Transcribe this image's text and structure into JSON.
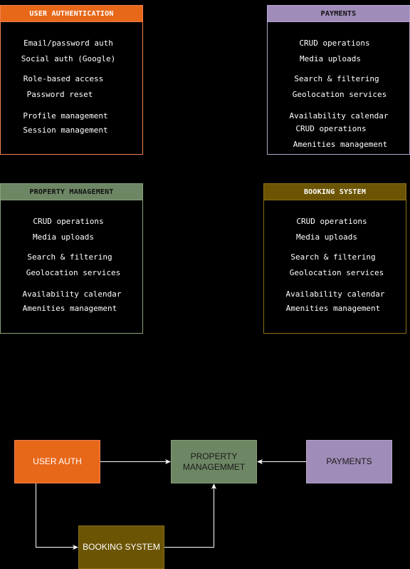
{
  "cards": {
    "user_auth": {
      "title": "USER AUTHENTICATION",
      "header_color": "#e8681a",
      "border_color": "#f08050",
      "items": [
        "Email/password auth",
        "Social auth (Google)",
        "Role-based access",
        "Password reset",
        "Profile management",
        "Session management"
      ]
    },
    "payments": {
      "title": "PAYMENTS",
      "header_color": "#a08cb8",
      "border_color": "#b4a4cc",
      "items": [
        "CRUD operations",
        "Media uploads",
        "Search & filtering",
        "Geolocation services",
        "Availability calendar",
        "CRUD operations",
        "Amenities management"
      ]
    },
    "property": {
      "title": "PROPERTY MANAGEMENT",
      "header_color": "#6d8764",
      "border_color": "#85a07a",
      "items": [
        "CRUD operations",
        "Media uploads",
        "Search & filtering",
        "Geolocation services",
        "Availability calendar",
        "Amenities management"
      ]
    },
    "booking": {
      "title": "BOOKING SYSTEM",
      "header_color": "#6b5404",
      "border_color": "#8a6e18",
      "items": [
        "CRUD operations",
        "Media uploads",
        "Search & filtering",
        "Geolocation services",
        "Availability calendar",
        "Amenities management"
      ]
    }
  },
  "flow": {
    "user_auth": "USER AUTH",
    "property_line1": "PROPERTY",
    "property_line2": "MANAGEMMET",
    "payments": "PAYMENTS",
    "booking": "BOOKING SYSTEM"
  },
  "colors": {
    "background": "#000000",
    "edge": "#ffffff",
    "user_auth_fill": "#e8681a",
    "property_fill": "#6d8764",
    "payments_fill": "#a08cb8",
    "booking_fill": "#6b5404"
  }
}
